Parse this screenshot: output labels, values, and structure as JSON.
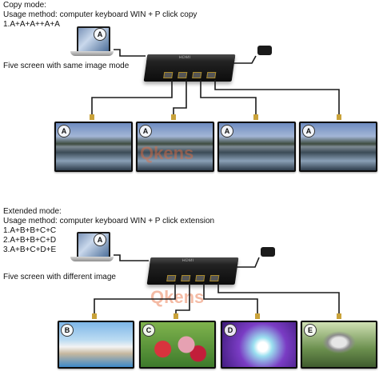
{
  "copy_mode": {
    "title": "Copy mode:",
    "usage": "Usage method: computer keyboard WIN + P click copy",
    "formula": "1.A+A+A++A+A",
    "description": "Five screen with same image mode",
    "laptop_letter": "A",
    "monitor_letters": [
      "A",
      "A",
      "A",
      "A"
    ]
  },
  "extended_mode": {
    "title": "Extended mode:",
    "usage": "Usage method: computer keyboard WIN + P click extension",
    "formulas": [
      "1.A+B+B+C+C",
      "2.A+B+B+C+D",
      "3.A+B+C+D+E"
    ],
    "description": "Five screen with different image",
    "laptop_letter": "A",
    "monitor_letters": [
      "B",
      "C",
      "D",
      "E"
    ]
  },
  "splitter_label": "HDMI",
  "watermark": "Qkens",
  "colors": {
    "cable": "#1a1a1a",
    "connector_gold": "#c9a23a",
    "watermark": "#e86a3a"
  }
}
